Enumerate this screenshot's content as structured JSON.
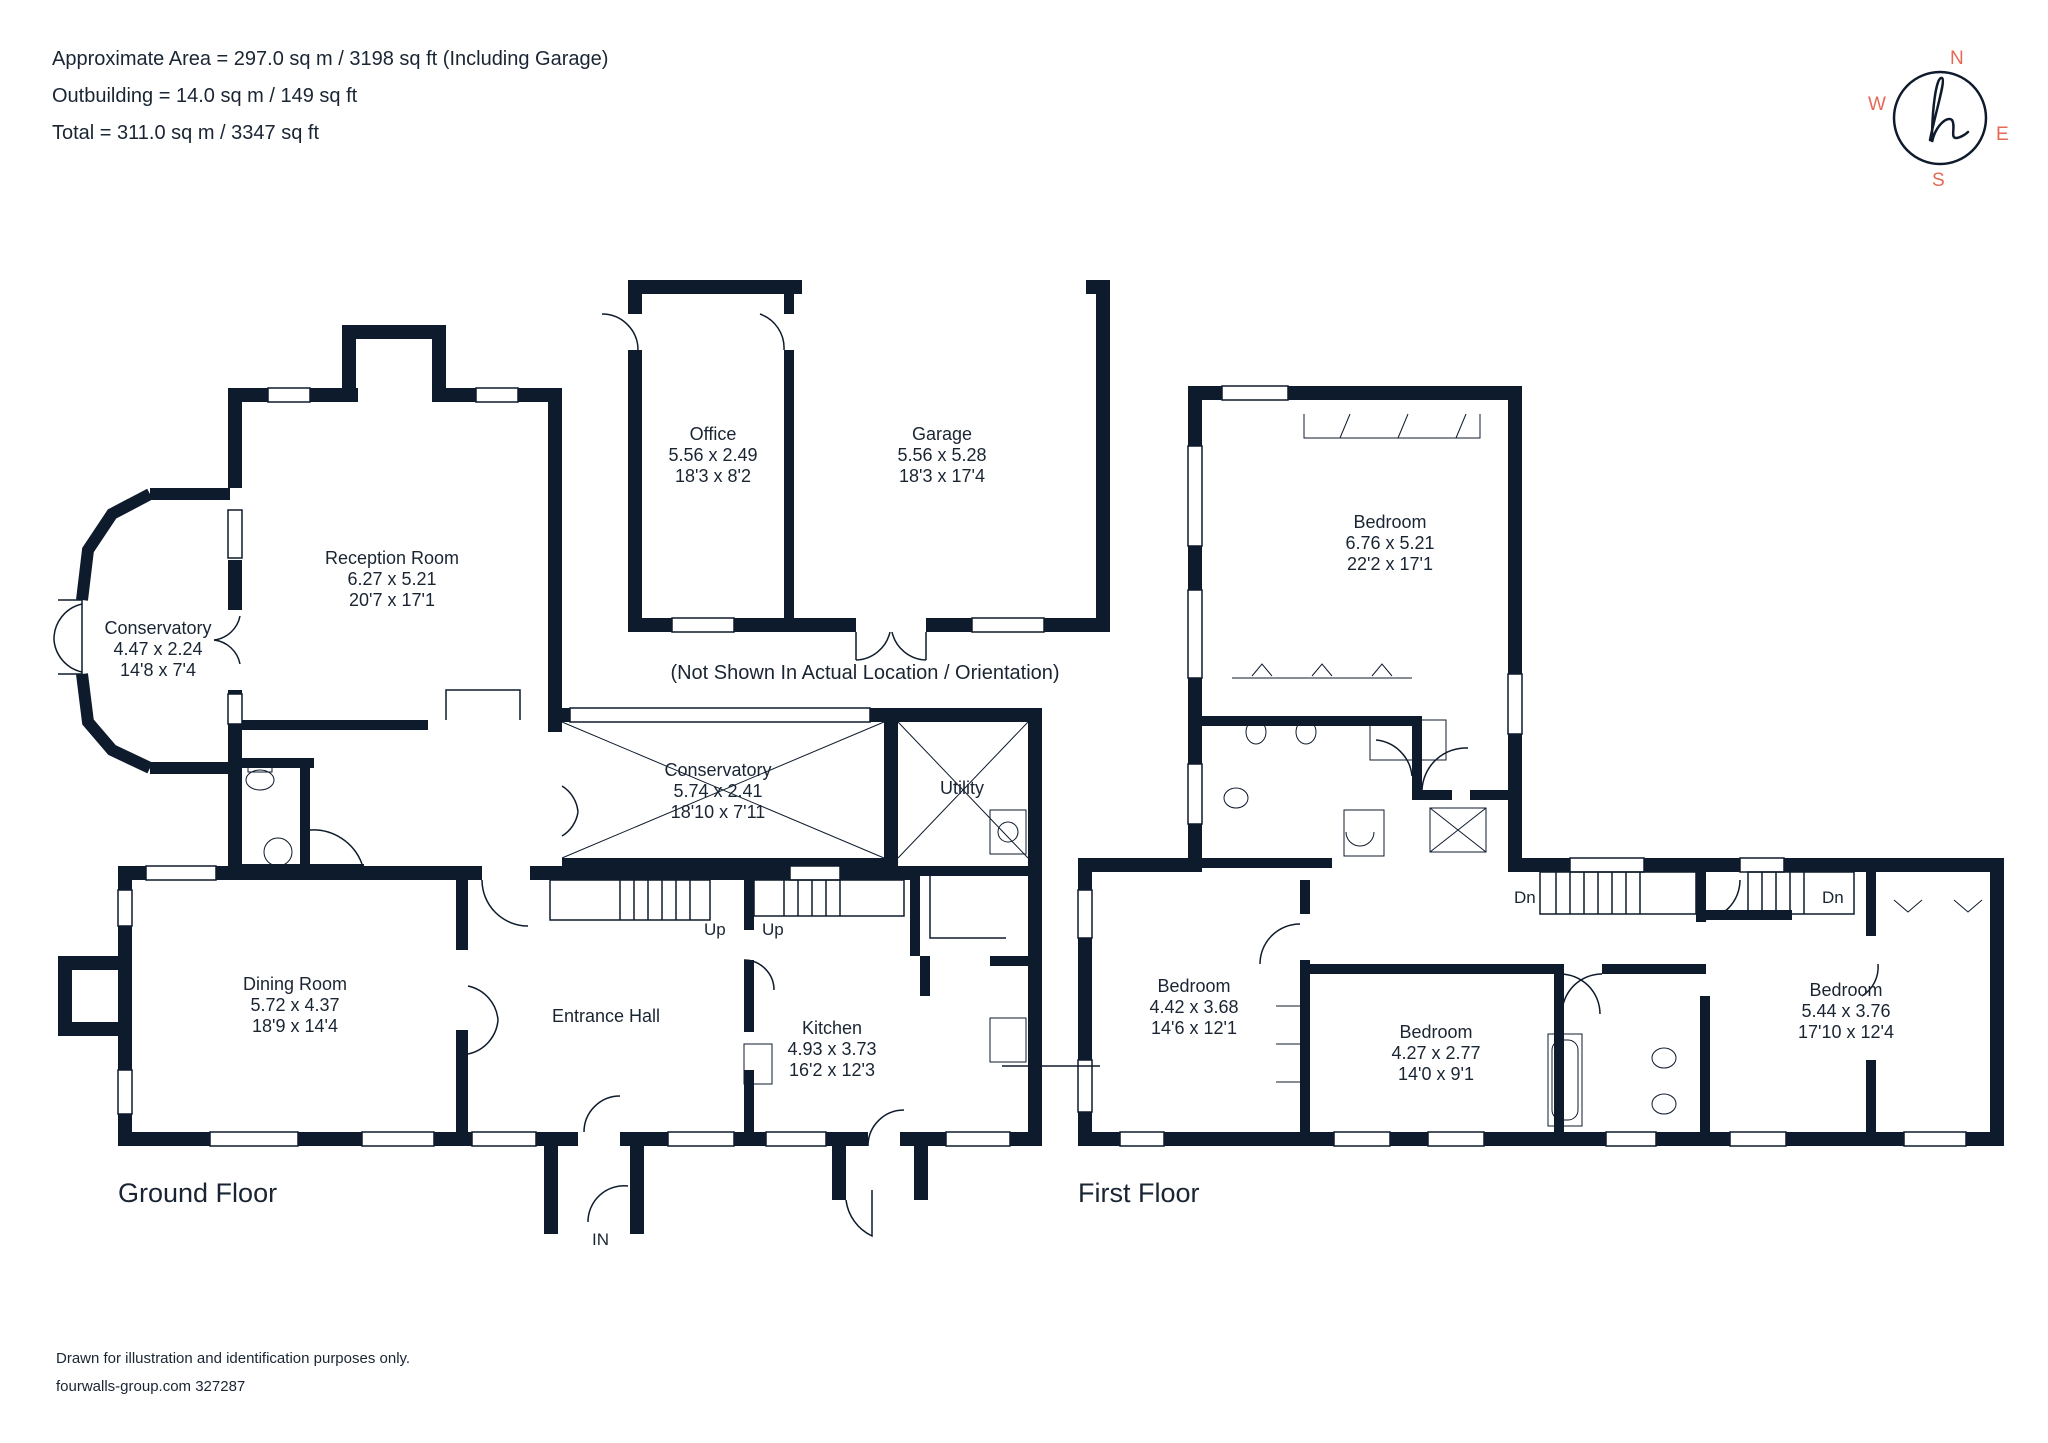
{
  "header": {
    "approx_area": "Approximate Area = 297.0 sq m / 3198 sq ft (Including Garage)",
    "outbuilding": "Outbuilding = 14.0 sq m / 149 sq ft",
    "total": "Total = 311.0 sq m / 3347 sq ft"
  },
  "compass": {
    "n": "N",
    "s": "S",
    "e": "E",
    "w": "W",
    "logo": "h"
  },
  "colors": {
    "wall": "#0e1b2c",
    "accent": "#e46a55",
    "text": "#1a2533"
  },
  "outbuilding_note": "(Not Shown In Actual Location / Orientation)",
  "rooms": {
    "office": {
      "name": "Office",
      "metric": "5.56 x 2.49",
      "imperial": "18'3 x 8'2"
    },
    "garage": {
      "name": "Garage",
      "metric": "5.56 x 5.28",
      "imperial": "18'3 x 17'4"
    },
    "reception": {
      "name": "Reception Room",
      "metric": "6.27 x 5.21",
      "imperial": "20'7 x 17'1"
    },
    "conservatory_w": {
      "name": "Conservatory",
      "metric": "4.47 x 2.24",
      "imperial": "14'8 x 7'4"
    },
    "conservatory_c": {
      "name": "Conservatory",
      "metric": "5.74 x 2.41",
      "imperial": "18'10 x 7'11"
    },
    "utility": {
      "name": "Utility"
    },
    "dining": {
      "name": "Dining Room",
      "metric": "5.72 x 4.37",
      "imperial": "18'9 x 14'4"
    },
    "hall": {
      "name": "Entrance Hall"
    },
    "kitchen": {
      "name": "Kitchen",
      "metric": "4.93 x 3.73",
      "imperial": "16'2 x 12'3"
    },
    "bed_main": {
      "name": "Bedroom",
      "metric": "6.76 x 5.21",
      "imperial": "22'2 x 17'1"
    },
    "bed_2": {
      "name": "Bedroom",
      "metric": "4.42 x 3.68",
      "imperial": "14'6 x 12'1"
    },
    "bed_3": {
      "name": "Bedroom",
      "metric": "4.27 x 2.77",
      "imperial": "14'0 x 9'1"
    },
    "bed_4": {
      "name": "Bedroom",
      "metric": "5.44 x 3.76",
      "imperial": "17'10 x 12'4"
    }
  },
  "stairs": {
    "up1": "Up",
    "up2": "Up",
    "dn1": "Dn",
    "dn2": "Dn"
  },
  "entrance": "IN",
  "floors": {
    "ground": "Ground Floor",
    "first": "First Floor"
  },
  "footer": {
    "disclaimer": "Drawn for illustration and identification purposes only.",
    "ref": "fourwalls-group.com 327287"
  }
}
